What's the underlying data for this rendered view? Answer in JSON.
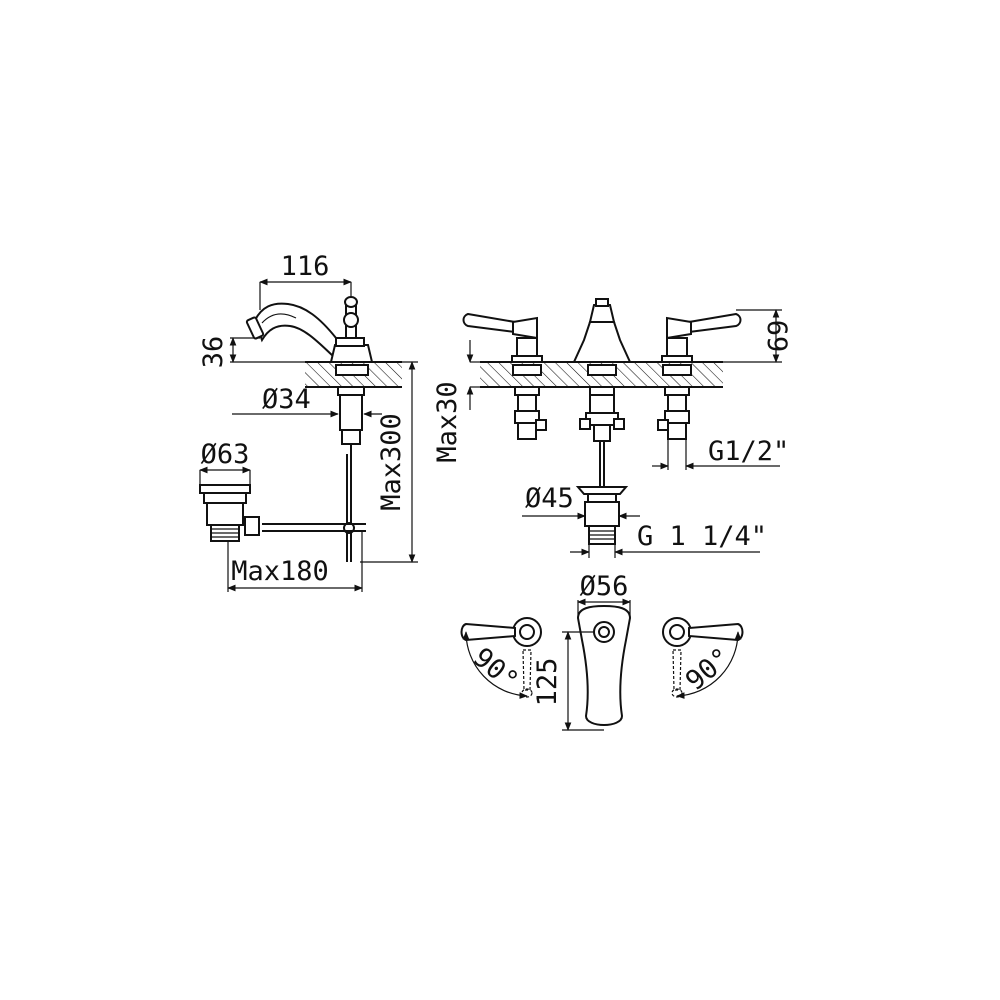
{
  "drawing": {
    "side_view": {
      "dim_width": "116",
      "dim_spout_height": "36",
      "dim_hole": "Ø34",
      "dim_waste": "Ø63",
      "dim_max_height": "Max300",
      "dim_max_reach": "Max180"
    },
    "front_view": {
      "dim_handle_height": "69",
      "dim_max_deck": "Max30",
      "dim_inlet_thread": "G1/2\"",
      "dim_waste_dia": "Ø45",
      "dim_waste_thread": "G 1 1/4\""
    },
    "top_view": {
      "dim_spout_dia": "Ø56",
      "dim_spout_length": "125",
      "dim_left_angle": "90°",
      "dim_right_angle": "90°"
    }
  },
  "icons": {
    "arrow": "dimension-arrow-icon"
  }
}
